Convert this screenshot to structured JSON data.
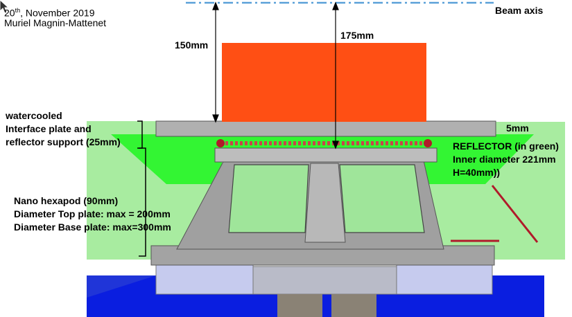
{
  "header": {
    "date_day": "20",
    "date_suffix": "th",
    "date_rest": ", November 2019",
    "author": "Muriel Magnin-Mattenet"
  },
  "labels": {
    "beam_axis": "Beam axis",
    "dim_150": "150mm",
    "dim_175": "175mm",
    "dim_5": "5mm",
    "interface": [
      "watercooled",
      "Interface plate and",
      "reflector support (25mm)"
    ],
    "hexapod": [
      "Nano hexapod (90mm)",
      "Diameter Top plate: max = 200mm",
      "Diameter Base plate: max=300mm"
    ],
    "reflector": [
      "REFLECTOR (in green)",
      "Inner diameter 221mm",
      "H=40mm))"
    ]
  },
  "colors": {
    "sample_block": "#ff4f14",
    "reflector_green": "#33f533",
    "reflector_light": "#a8eca0",
    "hexapod_gray": "#a3a3a3",
    "base_blue": "#0a1ee0",
    "base_plate": "#c6cbee",
    "beam_axis": "#5aa0d8",
    "red_marker": "#b01a2a"
  },
  "icons": [
    "pointer-cursor-icon"
  ]
}
